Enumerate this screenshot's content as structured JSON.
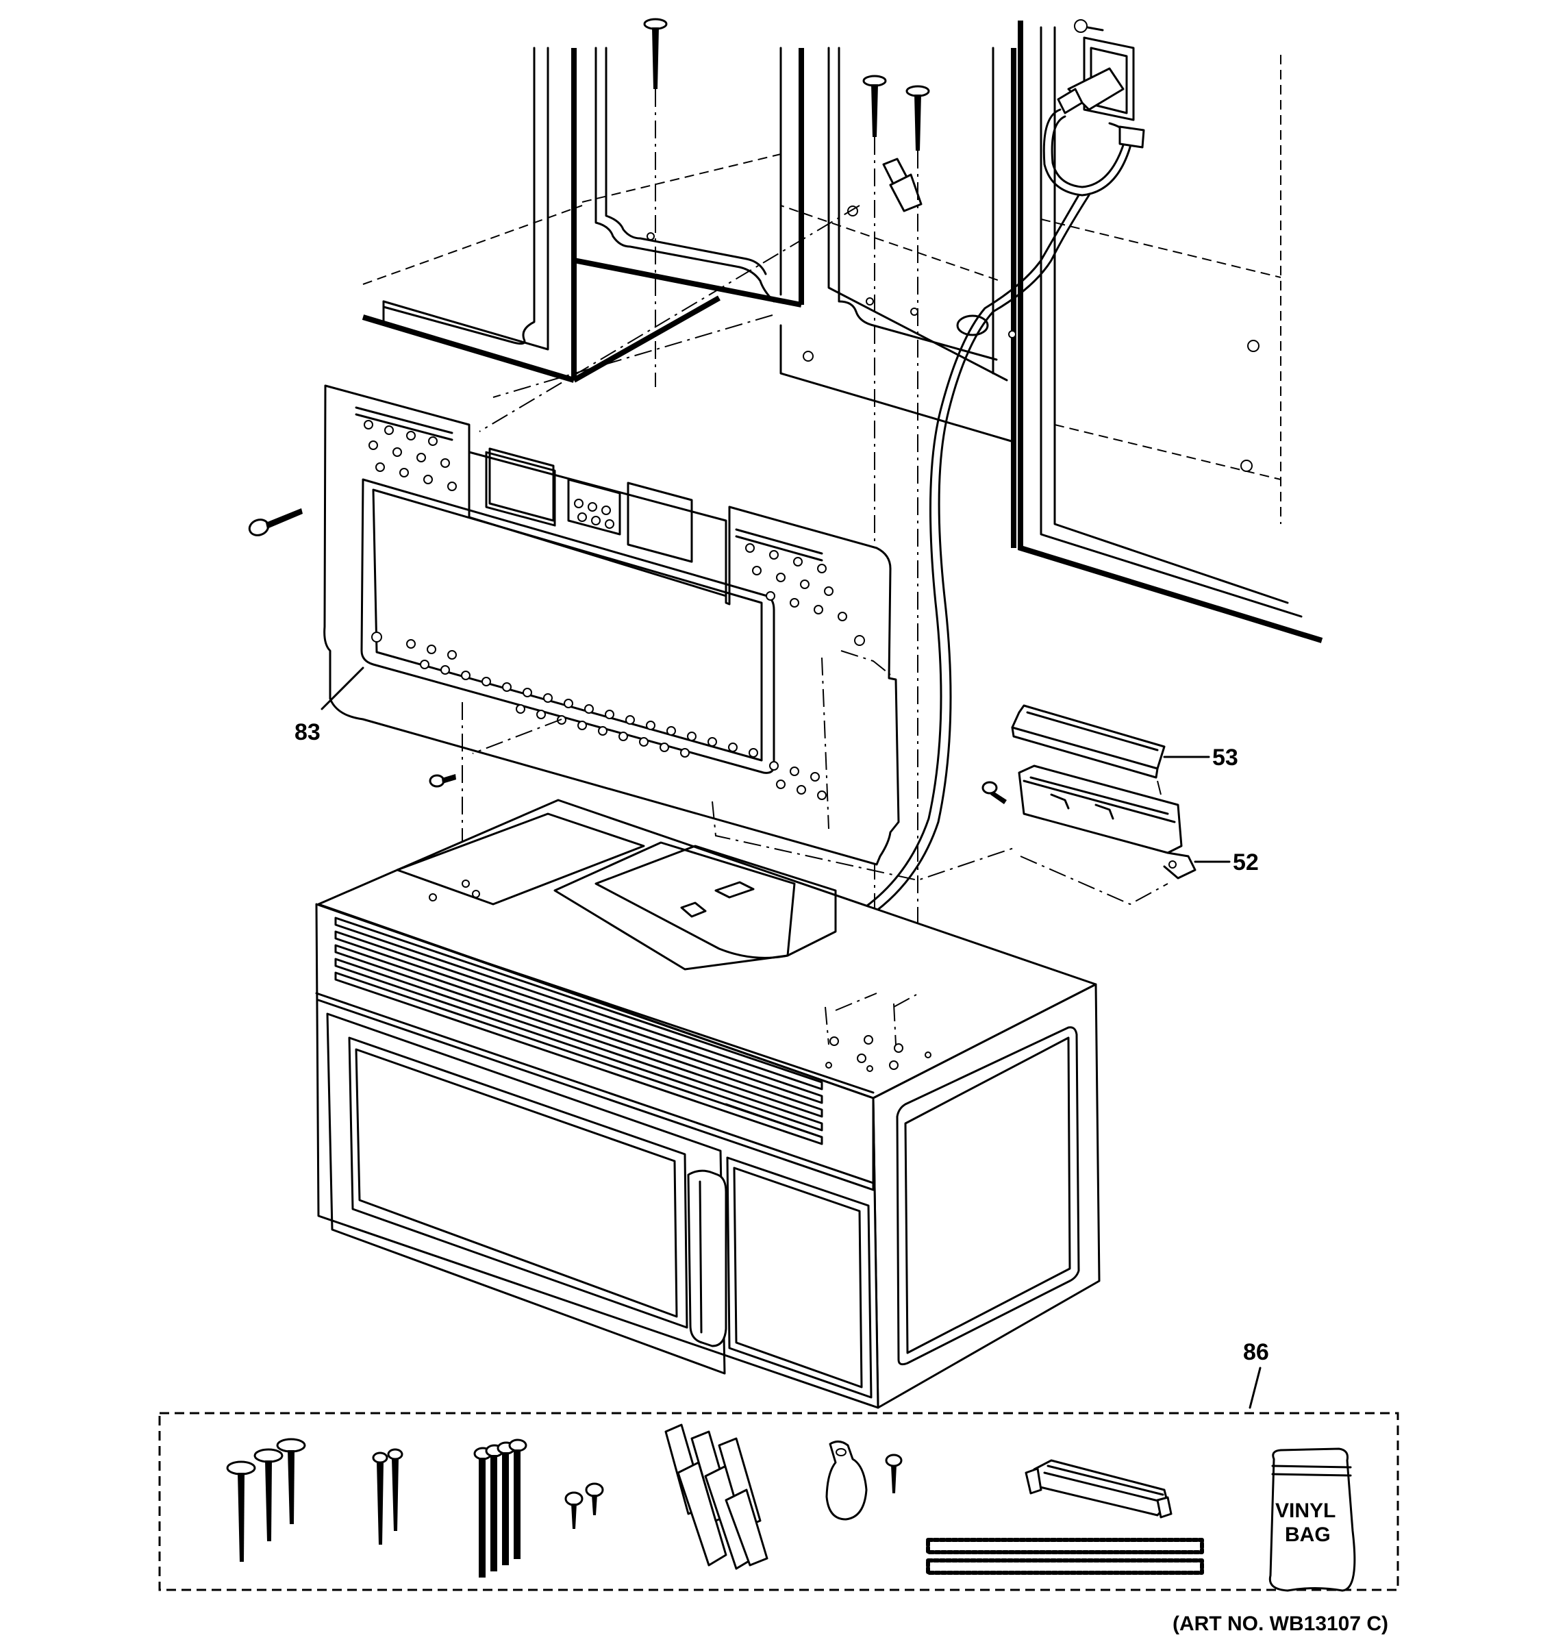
{
  "callouts": {
    "mounting_plate": "83",
    "cover": "53",
    "junction_box": "52",
    "hardware_kit": "86"
  },
  "kit": {
    "bag_line1": "VINYL",
    "bag_line2": "BAG"
  },
  "art_number": "(ART NO. WB13107 C)"
}
